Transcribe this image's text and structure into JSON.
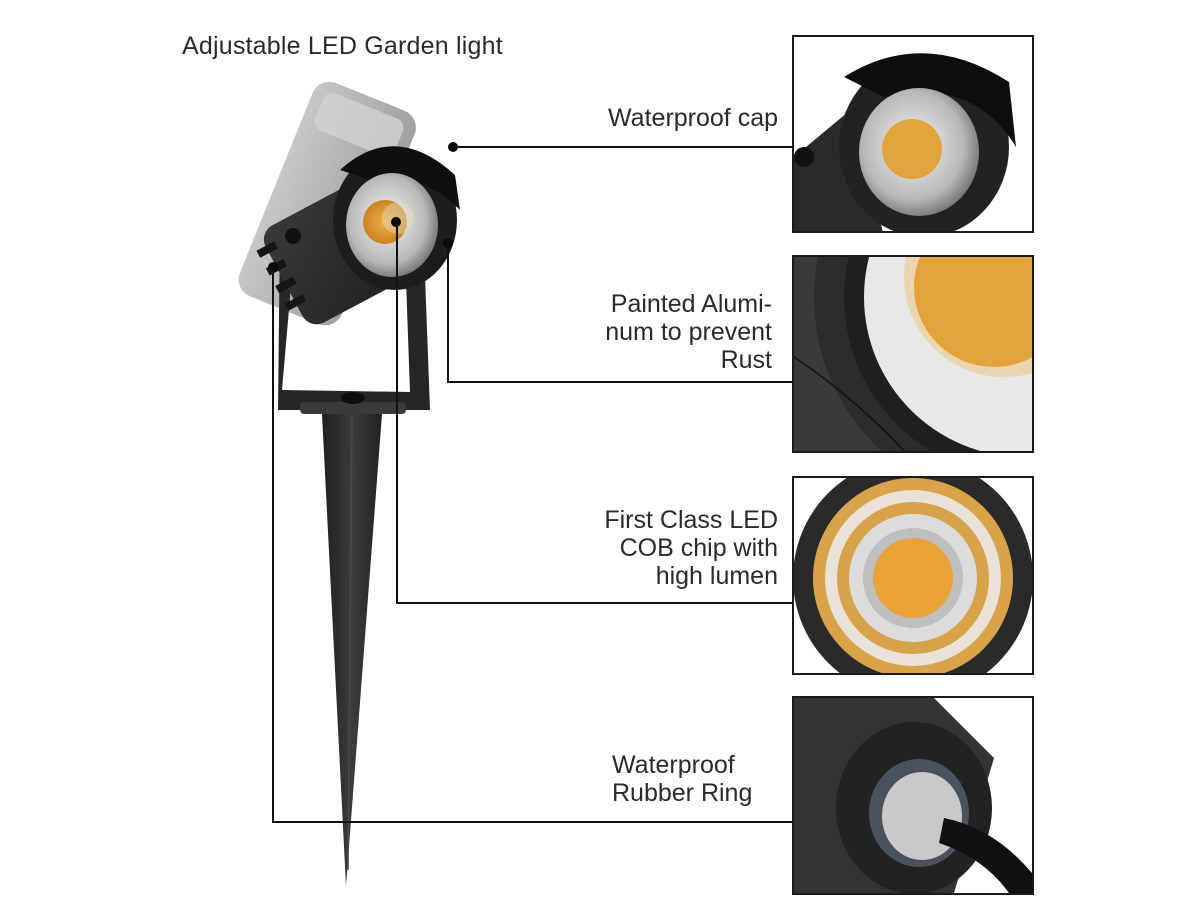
{
  "title": "Adjustable LED Garden light",
  "callouts": [
    {
      "label": "Waterproof cap",
      "detail_image": "lamp-head-with-waterproof-cap"
    },
    {
      "label": "Painted Alumi-\nnum to prevent\nRust",
      "detail_image": "painted-aluminum-housing-closeup"
    },
    {
      "label": "First Class LED\nCOB chip with\nhigh lumen",
      "detail_image": "cob-led-chip-reflector"
    },
    {
      "label": "Waterproof\nRubber Ring",
      "detail_image": "rubber-ring-cable-gland"
    }
  ],
  "colors": {
    "housing": "#2b2b2b",
    "led_amber": "#e7a63c",
    "line": "#111111",
    "ghost_housing": "#a9a9a9"
  }
}
